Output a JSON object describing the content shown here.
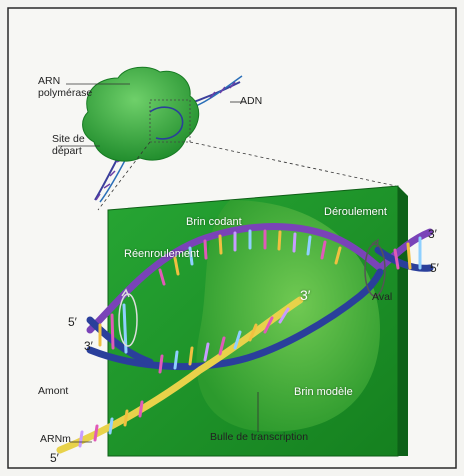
{
  "labels": {
    "arn_polymerase": "ARN polymérase",
    "adn": "ADN",
    "site_depart": "Site de départ",
    "brin_codant": "Brin codant",
    "deroulement": "Déroulement",
    "reenroulement": "Réenroulement",
    "aval": "Aval",
    "amont": "Amont",
    "brin_modele": "Brin modèle",
    "bulle_transcription": "Bulle de transcription",
    "arnm": "ARNm",
    "prime_3_top_right": "3′",
    "prime_5_right": "5′",
    "prime_3_center": "3′",
    "prime_5_left": "5′",
    "prime_3_left": "3′",
    "prime_5_bottom": "5′"
  },
  "colors": {
    "polymerase_green": "#2fa23a",
    "panel_green": "#1f9a2c",
    "bubble_green": "#50bb3f",
    "strand_purple": "#7a43b8",
    "strand_blue": "#2a3f9b",
    "rna_yellow": "#e8d24a"
  }
}
